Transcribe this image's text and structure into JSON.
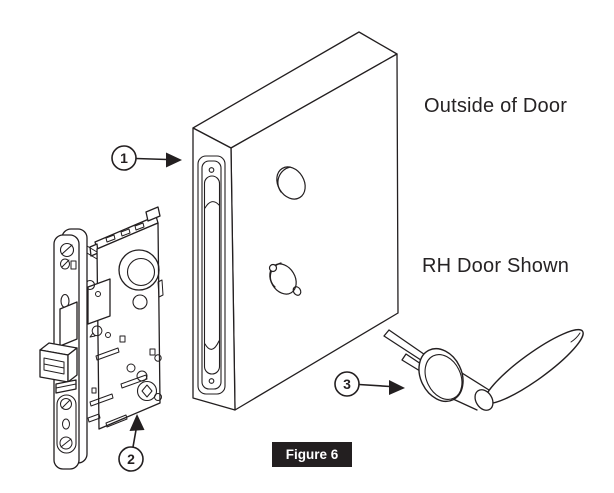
{
  "diagram": {
    "type": "exploded-assembly-diagram",
    "subject": "Mortise lock installed into door edge with lever trim",
    "labels": {
      "outside_of_door": "Outside of Door",
      "door_hand": "RH Door Shown"
    },
    "figure_badge": {
      "label": "Figure 6"
    },
    "callouts": [
      {
        "number": "1",
        "points_to": "door-edge-mortise-pocket"
      },
      {
        "number": "2",
        "points_to": "mortise-lock-body"
      },
      {
        "number": "3",
        "points_to": "lever-handle-assembly"
      }
    ],
    "colors": {
      "background": "#ffffff",
      "line": "#231f20",
      "badge_background": "#231f20",
      "badge_text": "#ffffff"
    }
  }
}
